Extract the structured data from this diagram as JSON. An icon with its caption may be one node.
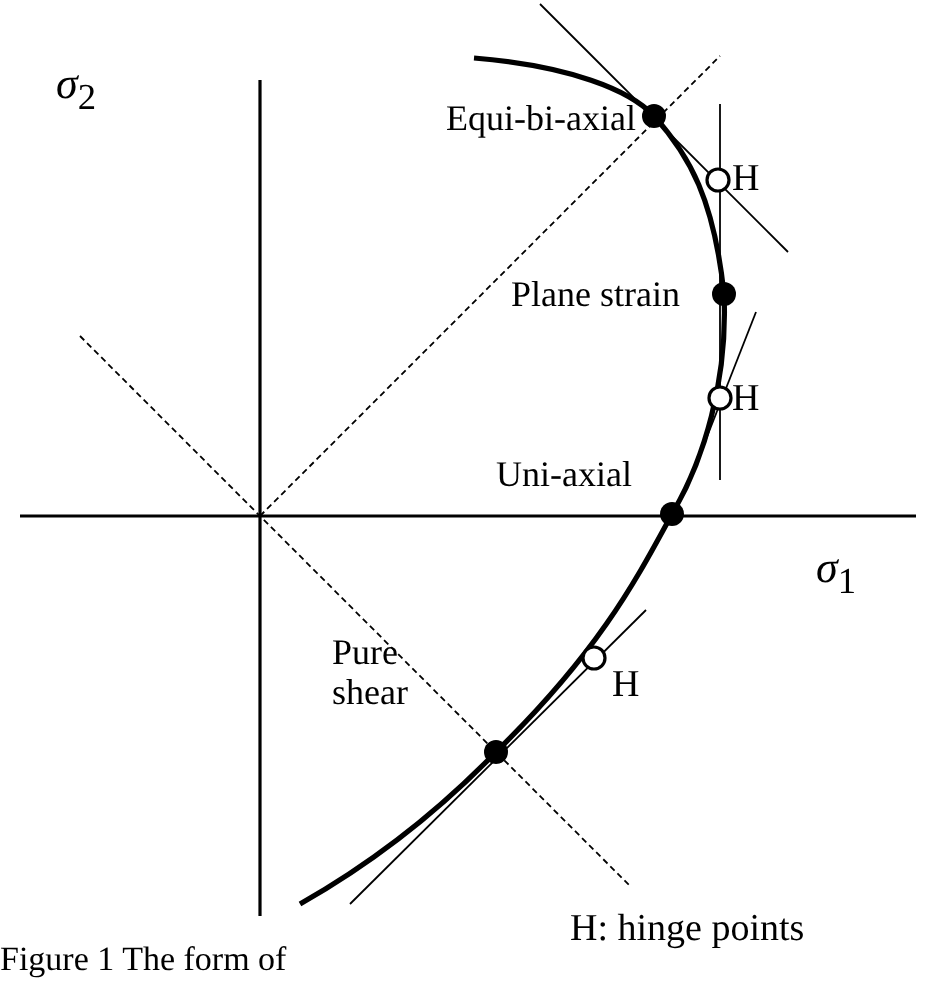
{
  "diagram": {
    "caption": "Figure 1 The form of",
    "labels": [
      "*σ*$_{2}$",
      "Equi-bi-axial",
      "H",
      "Plane strain",
      "H",
      "Uni-axial",
      "*σ*$_{1}$",
      "Pure shear",
      "H",
      "H: hinge points"
    ]
  }
}
